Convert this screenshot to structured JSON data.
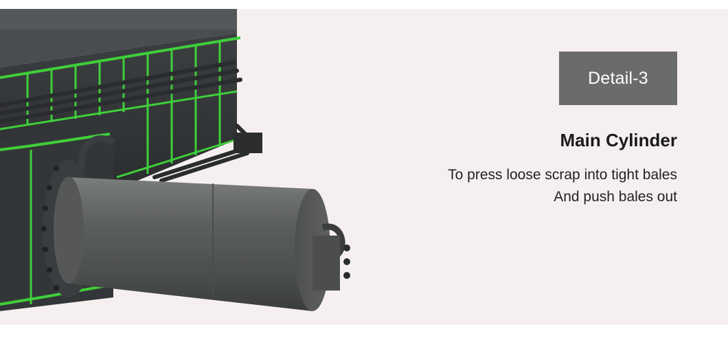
{
  "colors": {
    "background": "#f5f0ef",
    "badge_bg": "#6b6b6b",
    "accent_green": "#3fcf3a",
    "cylinder": "#5a5d5c"
  },
  "badge": {
    "label": "Detail-3"
  },
  "feature": {
    "title": "Main Cylinder",
    "description_lines": [
      "To press loose scrap into tight bales",
      "And push bales out"
    ]
  },
  "image": {
    "subject": "baler-main-cylinder-photo"
  }
}
